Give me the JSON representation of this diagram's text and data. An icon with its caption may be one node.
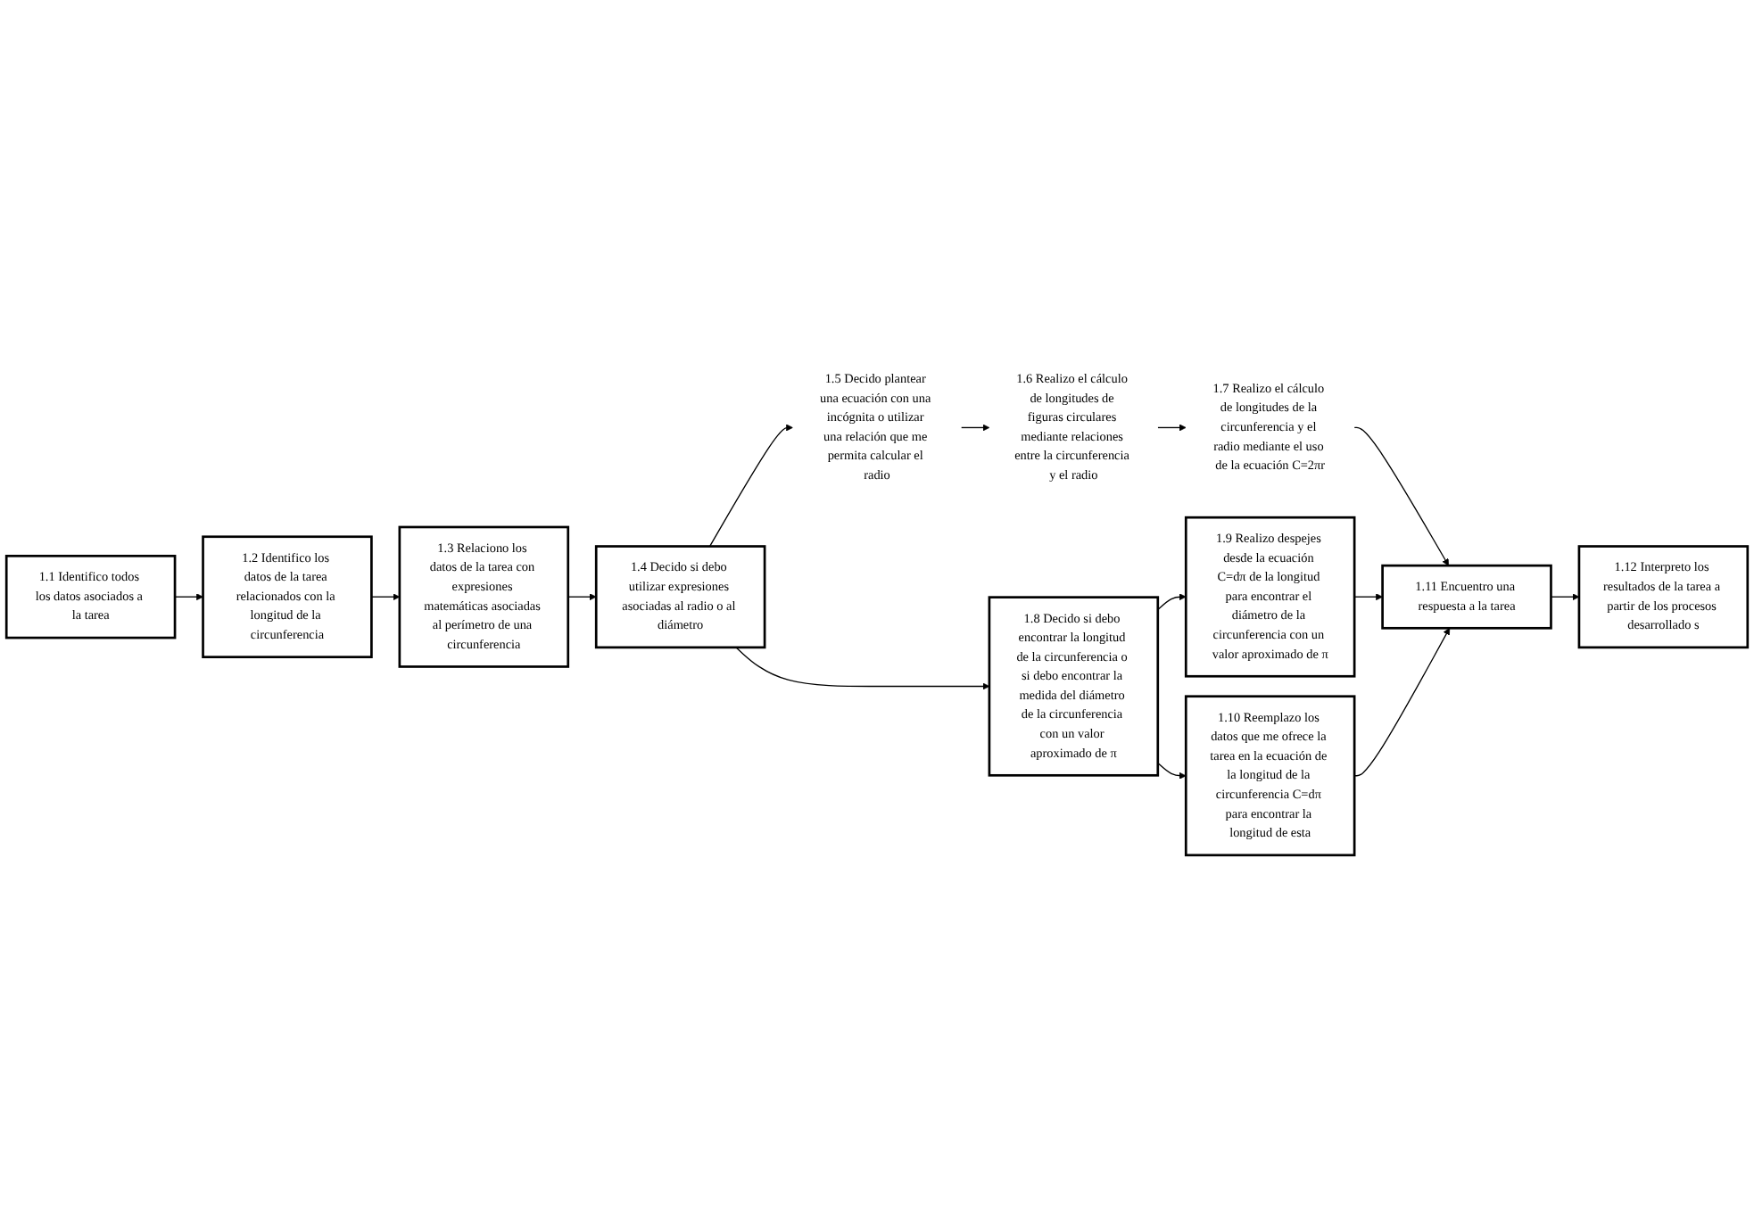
{
  "diagram": {
    "nodes": [
      {
        "text": [
          "1.1 Identifico todos los datos asociados a la tarea"
        ]
      },
      {
        "text": [
          "1.2 Identifico los datos de la tarea relacionados con la longitud de la circunferencia"
        ]
      },
      {
        "text": [
          "1.3 Relaciono los datos de la tarea con expresiones matemáticas asociadas al perímetro de una circunferencia"
        ]
      },
      {
        "text": [
          "1.4 Decido si debo utilizar expresiones asociadas al radio o al diámetro"
        ]
      },
      {
        "text": [
          "1.5 Decido plantear una ecuación con una incógnita o utilizar una relación que me permita calcular el radio"
        ]
      },
      {
        "text": [
          "1.6 Realizo el cálculo de longitudes de figuras circulares mediante relaciones entre la circunferencia y el radio"
        ]
      },
      {
        "text": [
          "1.7 Realizo el cálculo de longitudes de la circunferencia y el radio mediante el uso de la ecuación C=2πr"
        ]
      },
      {
        "text": [
          "1.8 Decido si debo encontrar la longitud de la circunferencia o si debo encontrar la medida del diámetro de la circunferencia con un valor aproximado de π"
        ]
      },
      {
        "text": [
          "1.9 Realizo despejes desde la ecuación C=dπ de la longitud para encontrar el diámetro de la circunferencia con un valor aproximado de π"
        ]
      },
      {
        "text": [
          "1.10 Reemplazo los datos que me ofrece la tarea en la ecuación de la longitud de la circunferencia C=dπ para encontrar la longitud de esta"
        ]
      },
      {
        "text": [
          "1.11 Encuentro una respuesta a la tarea"
        ]
      },
      {
        "text": [
          "1.12 Interpreto los resultados de la tarea a partir de los procesos desarrollado s"
        ]
      }
    ],
    "edges": [
      {
        "from": 0,
        "to": 1,
        "arrow": "to"
      },
      {
        "from": 1,
        "to": 2,
        "arrow": "to"
      },
      {
        "from": 2,
        "to": 3,
        "arrow": "to"
      },
      {
        "from": 3,
        "to": 4,
        "arrow": "to"
      },
      {
        "from": 4,
        "to": 5,
        "arrow": "to"
      },
      {
        "from": 5,
        "to": 6,
        "arrow": "to"
      },
      {
        "from": 3,
        "to": 7,
        "arrow": "to"
      },
      {
        "from": 7,
        "to": 8,
        "arrow": "to"
      },
      {
        "from": 7,
        "to": 9,
        "arrow": "to"
      },
      {
        "from": 8,
        "to": 10,
        "arrow": "to"
      },
      {
        "from": 6,
        "to": 10,
        "arrow": "to"
      },
      {
        "from": 9,
        "to": 10,
        "arrow": "to"
      },
      {
        "from": 10,
        "to": 11,
        "arrow": "to"
      }
    ]
  }
}
